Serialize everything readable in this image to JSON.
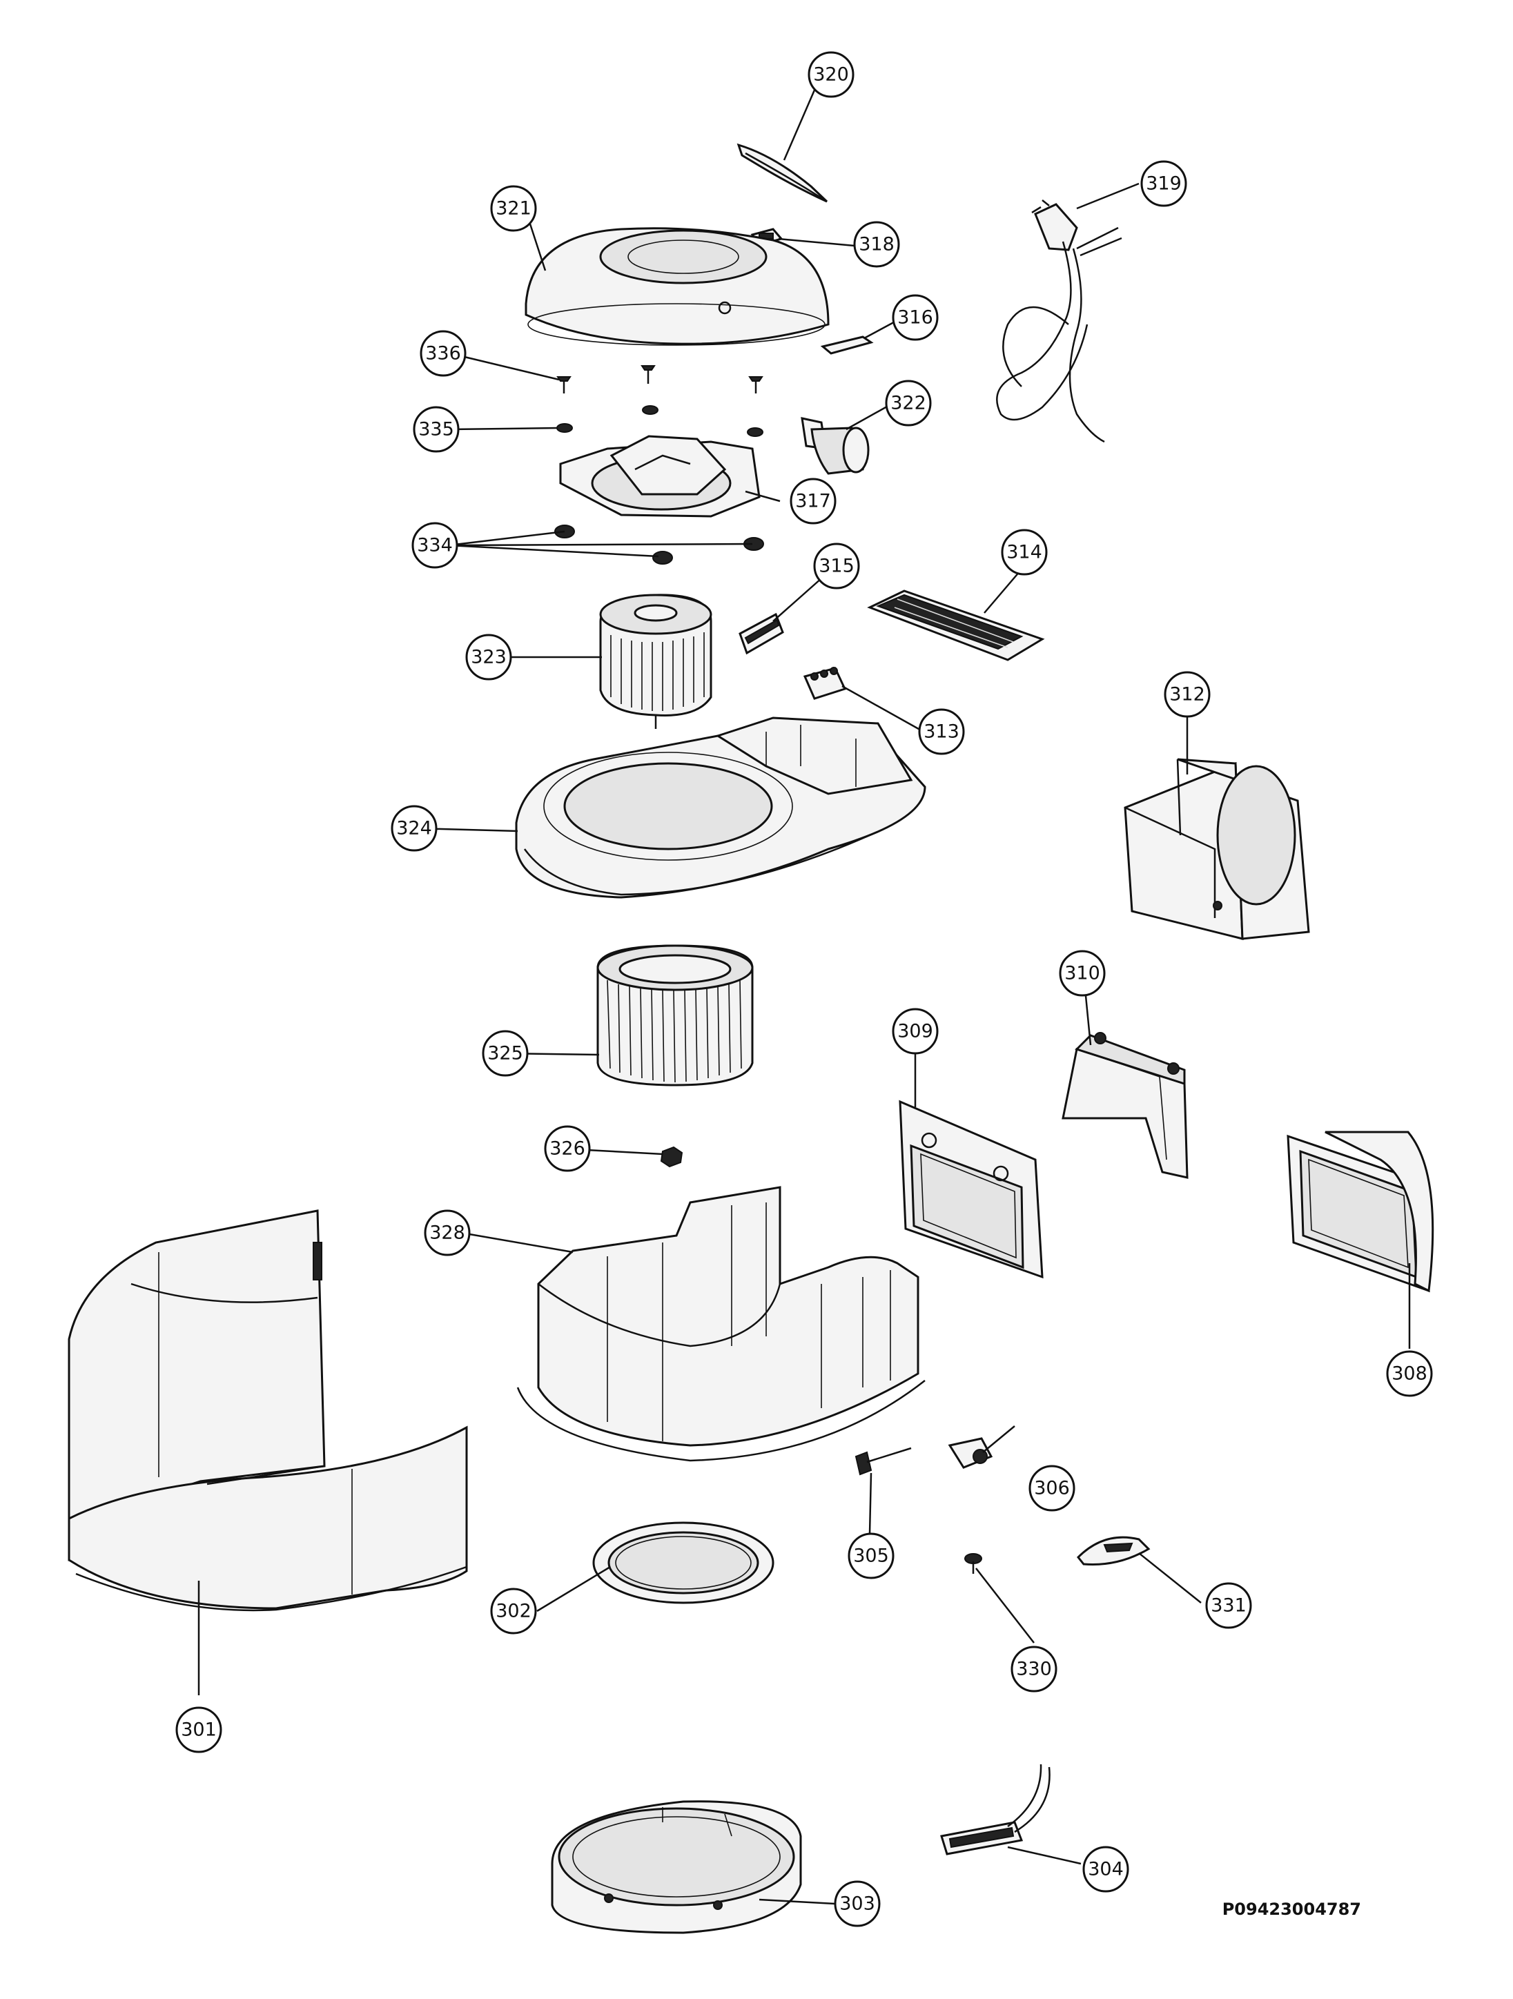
{
  "drawing_code": "P09423004787",
  "parts": [
    {
      "label": "301"
    },
    {
      "label": "302"
    },
    {
      "label": "303"
    },
    {
      "label": "304"
    },
    {
      "label": "305"
    },
    {
      "label": "306"
    },
    {
      "label": "308"
    },
    {
      "label": "309"
    },
    {
      "label": "310"
    },
    {
      "label": "312"
    },
    {
      "label": "313"
    },
    {
      "label": "314"
    },
    {
      "label": "315"
    },
    {
      "label": "316"
    },
    {
      "label": "317"
    },
    {
      "label": "318"
    },
    {
      "label": "319"
    },
    {
      "label": "320"
    },
    {
      "label": "321"
    },
    {
      "label": "322"
    },
    {
      "label": "323"
    },
    {
      "label": "324"
    },
    {
      "label": "325"
    },
    {
      "label": "326"
    },
    {
      "label": "328"
    },
    {
      "label": "330"
    },
    {
      "label": "331"
    },
    {
      "label": "334"
    },
    {
      "label": "335"
    },
    {
      "label": "336"
    }
  ]
}
